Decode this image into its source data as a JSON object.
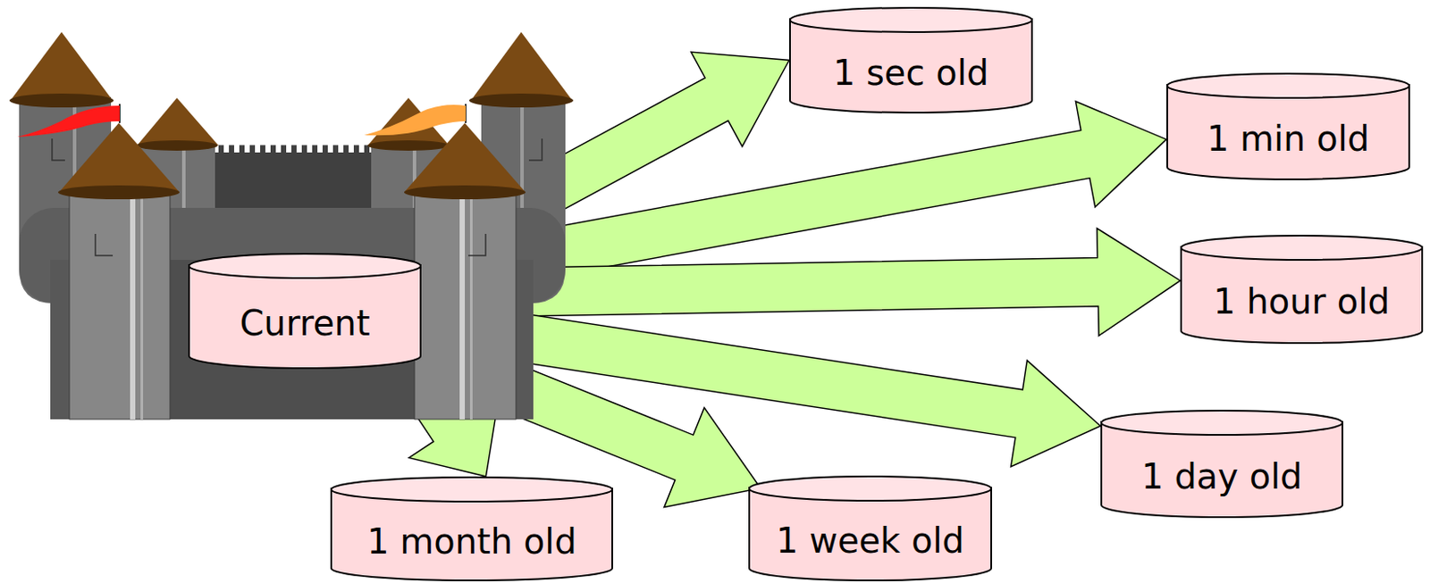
{
  "diagram": {
    "nodes": [
      {
        "text": [
          "Current"
        ]
      },
      {
        "text": [
          "1 sec old"
        ]
      },
      {
        "text": [
          "1 min old"
        ]
      },
      {
        "text": [
          "1 hour old"
        ]
      },
      {
        "text": [
          "1 day old"
        ]
      },
      {
        "text": [
          "1 week old"
        ]
      },
      {
        "text": [
          "1 month old"
        ]
      }
    ],
    "edges": [
      {
        "from": 0,
        "to": 1,
        "arrow": "to"
      },
      {
        "from": 0,
        "to": 2,
        "arrow": "to"
      },
      {
        "from": 0,
        "to": 3,
        "arrow": "to"
      },
      {
        "from": 0,
        "to": 4,
        "arrow": "to"
      },
      {
        "from": 0,
        "to": 5,
        "arrow": "to"
      },
      {
        "from": 0,
        "to": 6,
        "arrow": "to"
      }
    ]
  }
}
